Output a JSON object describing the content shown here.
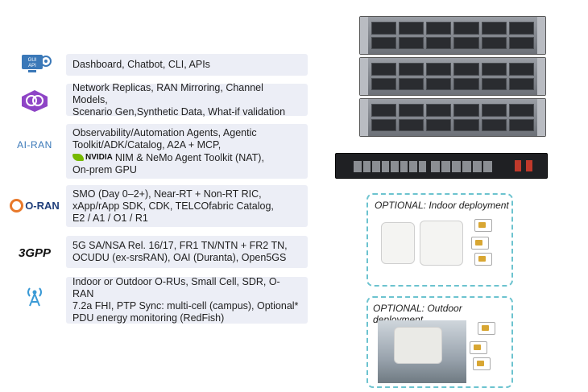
{
  "rows": [
    {
      "icon": "gui-api-icon",
      "icon_text": "GUI\nAPI",
      "lines": [
        "Dashboard, Chatbot, CLI, APIs"
      ]
    },
    {
      "icon": "digital-twin-icon",
      "lines": [
        "Network Replicas, RAN Mirroring, Channel Models,",
        "Scenario Gen,Synthetic Data, What-if validation"
      ]
    },
    {
      "icon_label": "AI-RAN",
      "icon": "ai-ran-logo",
      "lines": [
        "Observability/Automation Agents, Agentic",
        "Toolkit/ADK/Catalog, A2A + MCP,",
        "NIM & NeMo Agent Toolkit (NAT),",
        "On-prem GPU"
      ],
      "nvidia": "NVIDIA"
    },
    {
      "icon_label": "O-RAN",
      "icon": "o-ran-logo",
      "lines": [
        "SMO (Day 0–2+), Near-RT + Non-RT RIC,",
        "xApp/rApp SDK, CDK, TELCOfabric Catalog,",
        "E2 / A1 / O1 / R1"
      ]
    },
    {
      "icon_label": "3GPP",
      "icon": "3gpp-logo",
      "lines": [
        "5G SA/NSA Rel. 16/17, FR1 TN/NTN + FR2 TN,",
        "OCUDU (ex-srsRAN), OAI (Duranta), Open5GS"
      ]
    },
    {
      "icon": "antenna-tower-icon",
      "lines": [
        "Indoor or Outdoor O-RUs, Small Cell, SDR, O-RAN",
        "7.2a FHI, PTP Sync: multi-cell (campus), Optional*",
        "PDU energy monitoring (RedFish)"
      ]
    }
  ],
  "optional_indoor": "OPTIONAL: Indoor deployment",
  "optional_outdoor": "OPTIONAL: Outdoor deployment",
  "colors": {
    "row_bg": "#eceef6",
    "accent": "#3a78b8",
    "dashed": "#6cc3cf",
    "nvidia_green": "#76b900"
  }
}
